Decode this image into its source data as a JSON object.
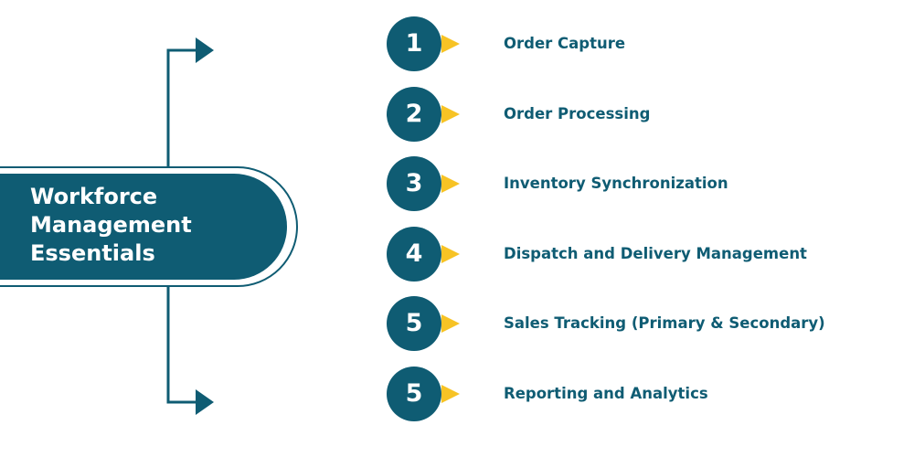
{
  "diagram": {
    "title": "Workforce\nManagement\nEssentials",
    "steps": [
      {
        "number": "1",
        "label": "Order Capture"
      },
      {
        "number": "2",
        "label": "Order Processing"
      },
      {
        "number": "3",
        "label": "Inventory Synchronization"
      },
      {
        "number": "4",
        "label": "Dispatch and Delivery Management"
      },
      {
        "number": "5",
        "label": "Sales Tracking (Primary & Secondary)"
      },
      {
        "number": "5",
        "label": "Reporting and Analytics"
      }
    ]
  },
  "colors": {
    "primary": "#0f5c73",
    "accent": "#f7c325",
    "background": "#ffffff"
  },
  "icons": [
    "arrow-right-icon",
    "pointer-triangle-icon"
  ]
}
